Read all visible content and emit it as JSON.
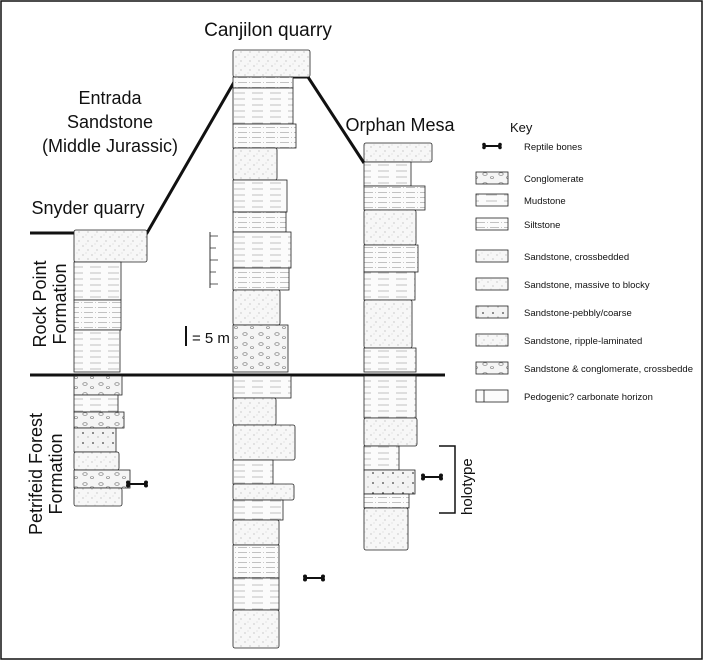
{
  "labels": {
    "canjilon": "Canjilon quarry",
    "entrada_line1": "Entrada",
    "entrada_line2": "Sandstone",
    "entrada_line3": "(Middle Jurassic)",
    "snyder": "Snyder quarry",
    "orphan": "Orphan Mesa",
    "rock_point_line1": "Rock Point",
    "rock_point_line2": "Formation",
    "petrified_line1": "Petrifeid Forest",
    "petrified_line2": "Formation",
    "scale": "= 5 m",
    "holotype": "holotype"
  },
  "key": {
    "title": "Key",
    "items": [
      {
        "label": "Reptile bones",
        "pattern": "bone"
      },
      {
        "label": "Conglomerate",
        "pattern": "conglomerate"
      },
      {
        "label": "Mudstone",
        "pattern": "mudstone"
      },
      {
        "label": "Siltstone",
        "pattern": "siltstone"
      },
      {
        "label": "Sandstone, crossbedded",
        "pattern": "sand-cross"
      },
      {
        "label": "Sandstone, massive to blocky",
        "pattern": "sand-massive"
      },
      {
        "label": "Sandstone-pebbly/coarse",
        "pattern": "sand-pebbly"
      },
      {
        "label": "Sandstone, ripple-laminated",
        "pattern": "sand-ripple"
      },
      {
        "label": "Sandstone & conglomerate, crossbedde",
        "pattern": "sand-congl"
      },
      {
        "label": "Pedogenic? carbonate horizon",
        "pattern": "carbonate"
      }
    ]
  },
  "colors": {
    "ink": "#111111",
    "paper": "#ffffff",
    "sand": "#f4f4f4"
  }
}
